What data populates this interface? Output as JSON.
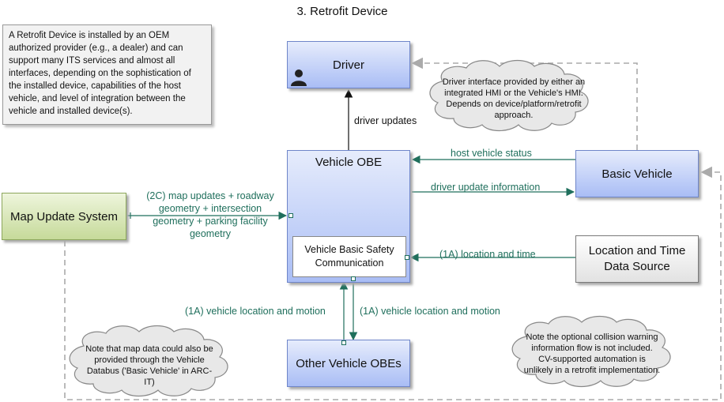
{
  "title": "3. Retrofit Device",
  "description_note": "A Retrofit Device is installed by an OEM authorized provider (e.g., a dealer) and can support many ITS services and almost all interfaces, depending on the sophistication of the installed device, capabilities of the host vehicle, and level of integration between the vehicle and installed device(s).",
  "nodes": {
    "driver": "Driver",
    "vehicle_obe": "Vehicle OBE",
    "vbsc": "Vehicle Basic Safety Communication",
    "basic_vehicle": "Basic Vehicle",
    "map_update_system": "Map Update System",
    "location_time": "Location and Time Data Source",
    "other_obes": "Other Vehicle OBEs"
  },
  "flows": {
    "driver_updates": "driver updates",
    "host_vehicle_status": "host vehicle status",
    "driver_update_information": "driver update information",
    "map_updates": "(2C) map updates + roadway geometry + intersection geometry + parking facility geometry",
    "location_and_time": "(1A) location and time",
    "vehicle_location_motion_left": "(1A) vehicle location and motion",
    "vehicle_location_motion_right": "(1A) vehicle location and motion"
  },
  "clouds": {
    "driver_interface": "Driver interface provided by either an integrated HMI or the Vehicle's HMI. Depends on device/platform/retrofit approach.",
    "map_data": "Note that map data could also be provided through the Vehicle Databus ('Basic Vehicle' in ARC-IT)",
    "collision_warning": "Note the optional collision warning information flow is not included. CV-supported automation is unlikely in a retrofit implementation."
  },
  "colors": {
    "flow_green": "#1f6f5c",
    "vehicle_blue": "#a9bdf5",
    "map_green": "#c6da9a",
    "source_gray": "#e2e2e2"
  },
  "icons": [
    "person-icon"
  ]
}
